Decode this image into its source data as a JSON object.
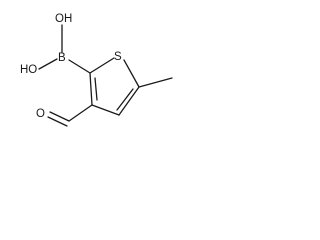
{
  "molecule": {
    "atoms": {
      "oh_top": "OH",
      "oh_left": "HO",
      "boron": "B",
      "sulfur": "S",
      "aldehyde_oxygen": "O"
    }
  }
}
